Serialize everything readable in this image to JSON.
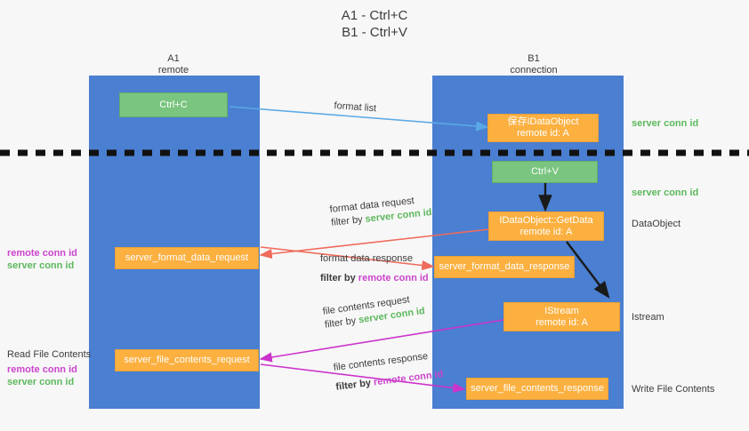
{
  "title": {
    "line1": "A1 - Ctrl+C",
    "line2": "B1 - Ctrl+V"
  },
  "columns": [
    {
      "name": "A1",
      "sub": "remote"
    },
    {
      "name": "B1",
      "sub": "connection"
    }
  ],
  "boxes": {
    "ctrl_c": {
      "label": "Ctrl+C"
    },
    "save_idataobject": {
      "line1": "保存IDataObject",
      "line2": "remote id: A"
    },
    "ctrl_v": {
      "label": "Ctrl+V"
    },
    "getdata": {
      "line1": "IDataObject::GetData",
      "line2": "remote id: A"
    },
    "istream": {
      "line1": "IStream",
      "line2": "remote id: A"
    },
    "server_format_data_request": {
      "label": "server_format_data_request"
    },
    "server_format_data_response": {
      "label": "server_format_data_response"
    },
    "server_file_contents_request": {
      "label": "server_file_contents_request"
    },
    "server_file_contents_response": {
      "label": "server_file_contents_response"
    }
  },
  "arrow_labels": {
    "format_list": "format list",
    "format_data_request": "format data request",
    "format_data_request_filter_prefix": "filter by ",
    "format_data_request_filter_key": "server conn id",
    "format_data_response": "format data response",
    "format_data_response_filter_prefix": "filter by ",
    "format_data_response_filter_key": "remote conn id",
    "file_contents_request": "file contents request",
    "file_contents_request_filter_prefix": "filter by ",
    "file_contents_request_filter_key": "server conn id",
    "file_contents_response": "file contents response",
    "file_contents_response_filter_prefix": "filter by ",
    "file_contents_response_filter_key": "remote conn id"
  },
  "left_annotations": {
    "remote_conn_id": "remote conn id",
    "server_conn_id": "server conn id",
    "read_file_contents": "Read File Contents",
    "remote_conn_id_2": "remote conn id",
    "server_conn_id_2": "server conn id"
  },
  "right_annotations": {
    "server_conn_id_top": "server conn id",
    "server_conn_id_mid": "server conn id",
    "dataobject": "DataObject",
    "istream": "Istream",
    "write_file_contents": "Write File Contents"
  },
  "colors": {
    "lane": "#4a7fd1",
    "green_box": "#7ac57f",
    "orange_box": "#fbb040",
    "green_text": "#5cb85c",
    "magenta_text": "#cc44cc",
    "arrow_blue": "#5aa9e6",
    "arrow_red": "#ef6b5b",
    "arrow_magenta": "#cc33cc",
    "arrow_dark": "#1a1a1a",
    "divider": "#111111",
    "background": "#f7f7f7"
  }
}
